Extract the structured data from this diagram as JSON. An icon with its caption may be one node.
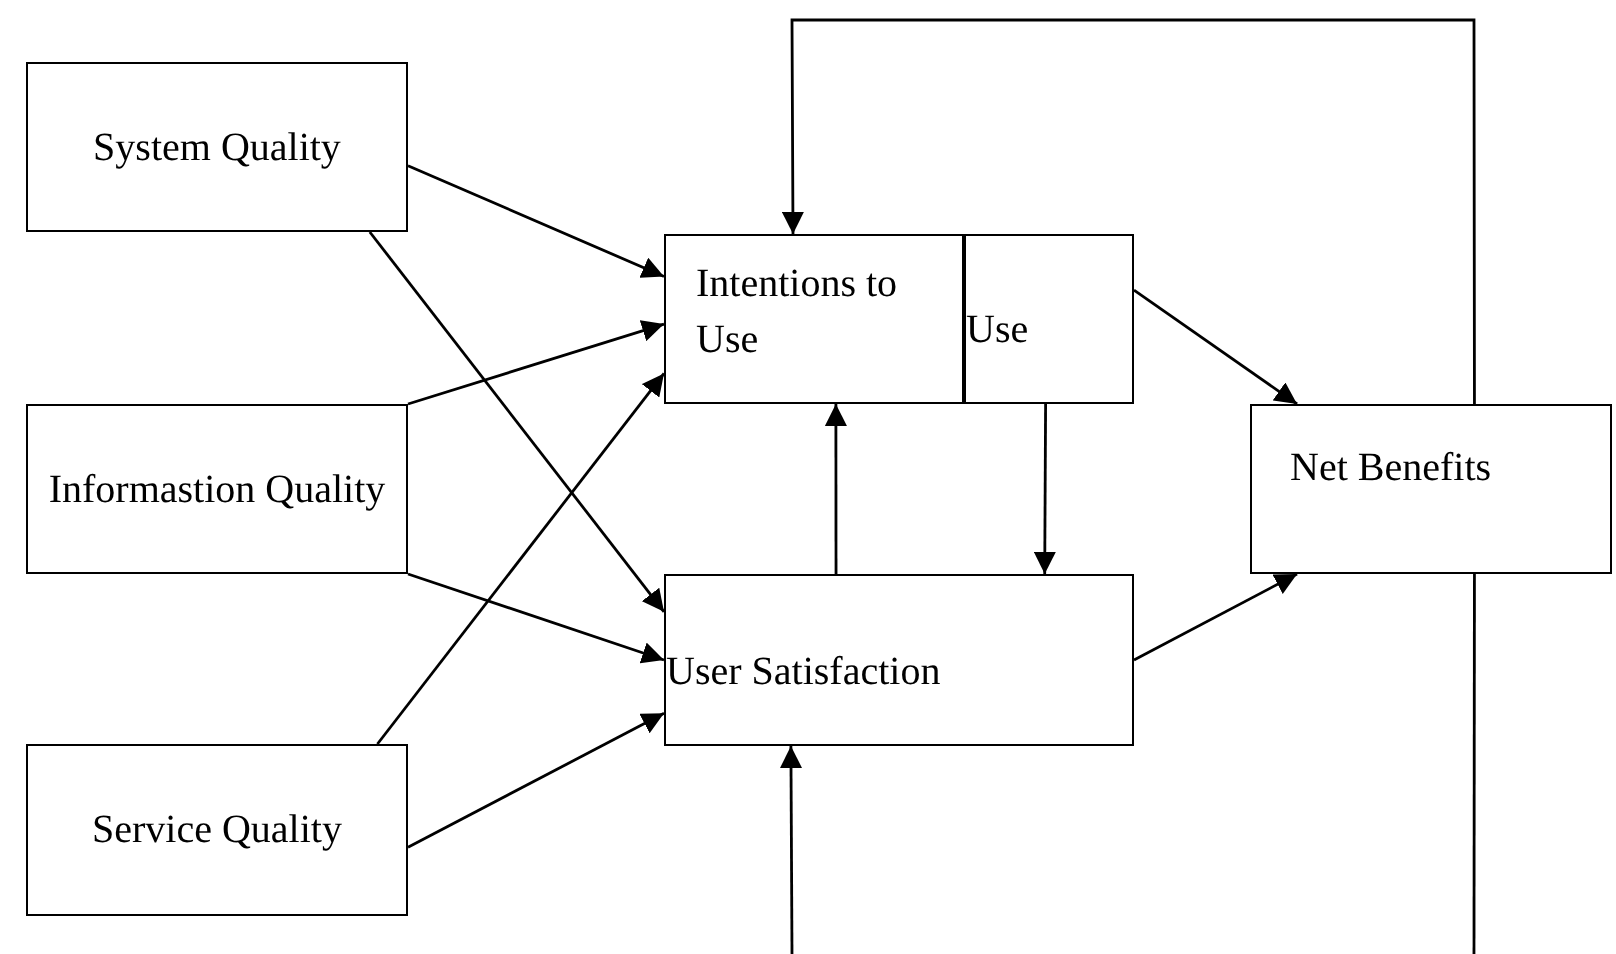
{
  "diagram": {
    "nodes": [
      {
        "text": [
          "System Quality"
        ]
      },
      {
        "text": [
          "Informastion Quality"
        ]
      },
      {
        "text": [
          "Service Quality"
        ]
      },
      {
        "text": [
          "Intentions to Use"
        ]
      },
      {
        "text": [
          "Use"
        ]
      },
      {
        "text": [
          "User Satisfaction"
        ]
      },
      {
        "text": [
          "Net Benefits"
        ]
      }
    ],
    "edges": [
      {
        "from": 0,
        "to": 3,
        "arrow": "to"
      },
      {
        "from": 0,
        "to": 5,
        "arrow": "to"
      },
      {
        "from": 1,
        "to": 3,
        "arrow": "to"
      },
      {
        "from": 1,
        "to": 5,
        "arrow": "to"
      },
      {
        "from": 2,
        "to": 3,
        "arrow": "to"
      },
      {
        "from": 2,
        "to": 5,
        "arrow": "to"
      },
      {
        "from": 5,
        "to": 3,
        "arrow": "to"
      },
      {
        "from": 4,
        "to": 5,
        "arrow": "to"
      },
      {
        "from": 4,
        "to": 6,
        "arrow": "to"
      },
      {
        "from": 5,
        "to": 6,
        "arrow": "to"
      },
      {
        "from": 6,
        "to": 3,
        "arrow": "to"
      },
      {
        "from": 6,
        "to": null,
        "arrow": "none"
      },
      {
        "from": null,
        "to": 5,
        "arrow": "to"
      }
    ]
  }
}
